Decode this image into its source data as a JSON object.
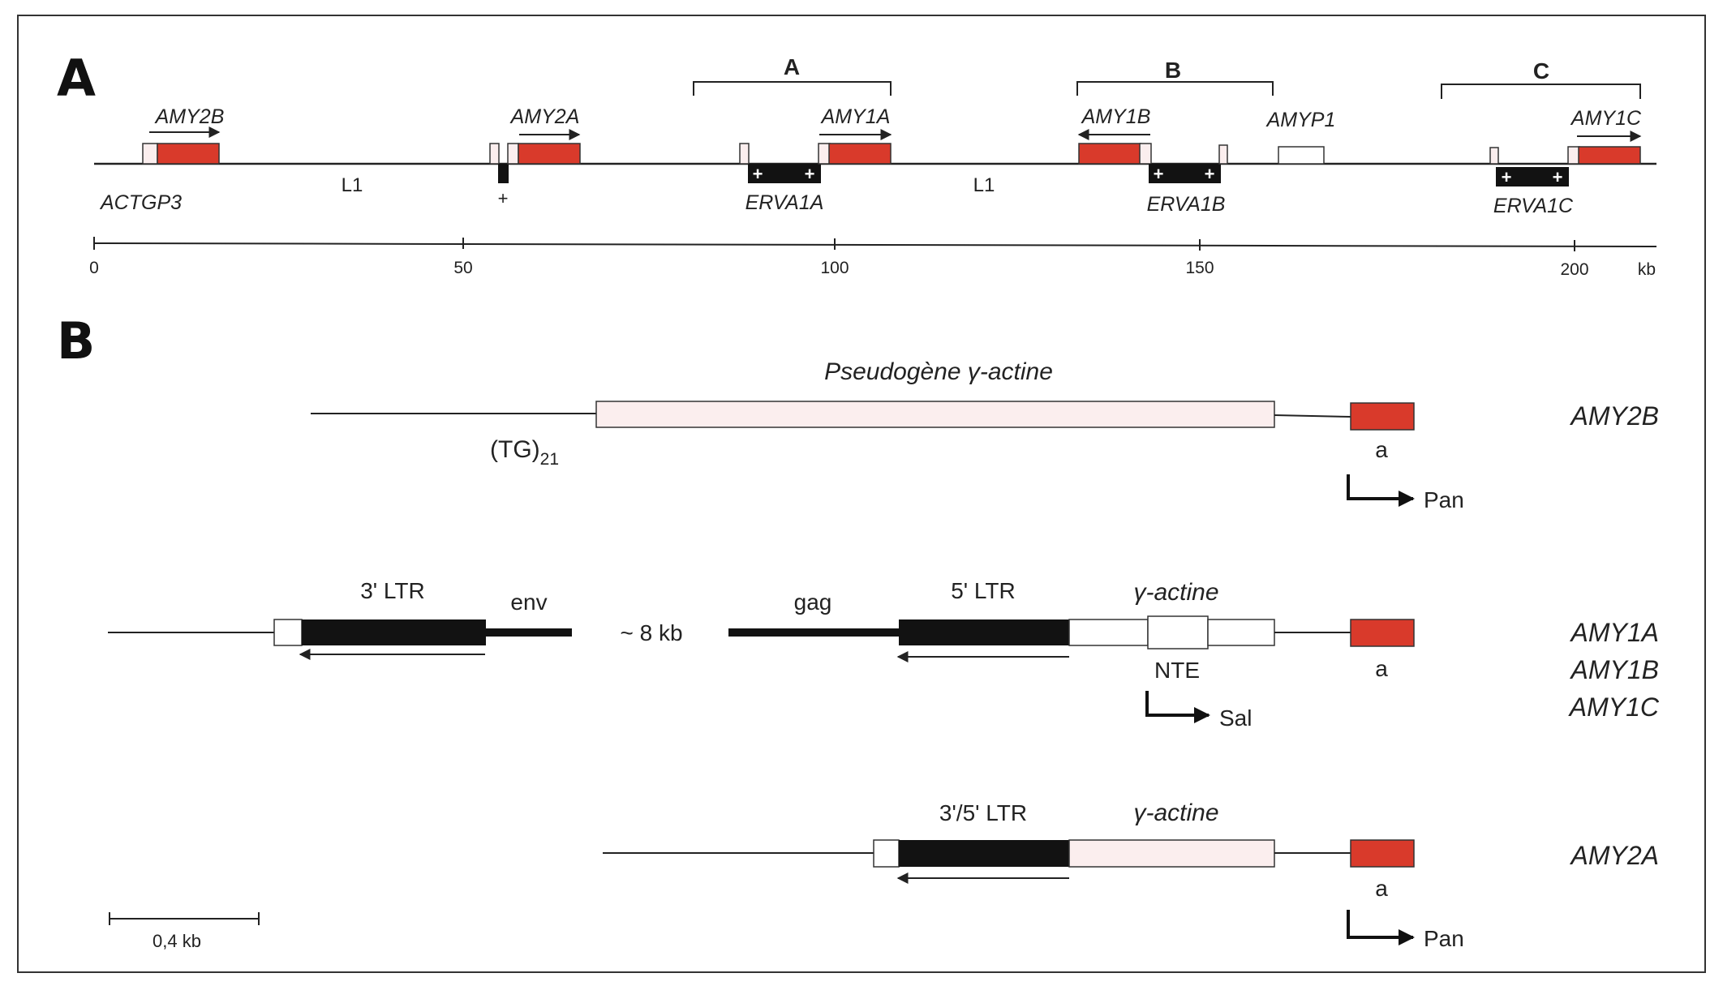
{
  "colors": {
    "gene": "#d93a2b",
    "pseudo": "#fbeeee",
    "erv": "#121212",
    "line": "#222222",
    "white": "#ffffff"
  },
  "panel_a": {
    "label": "A",
    "brackets": [
      {
        "label": "A"
      },
      {
        "label": "B"
      },
      {
        "label": "C"
      }
    ],
    "genes": [
      {
        "name": "AMY2B"
      },
      {
        "name": "AMY2A"
      },
      {
        "name": "AMY1A"
      },
      {
        "name": "AMY1B"
      },
      {
        "name": "AMY1C"
      }
    ],
    "pseudogene": "AMYP1",
    "actin_pseudogene": "ACTGP3",
    "ervs": [
      {
        "name": "ERVA1A"
      },
      {
        "name": "ERVA1B"
      },
      {
        "name": "ERVA1C"
      }
    ],
    "l1_labels": [
      "L1",
      "L1"
    ],
    "plus": "+",
    "plus_sign": "+",
    "scale": {
      "ticks": [
        "0",
        "50",
        "100",
        "150",
        "200"
      ],
      "unit": "kb"
    }
  },
  "panel_b": {
    "label": "B",
    "amy2b": {
      "title": "Pseudogène γ-actine",
      "tg_base": "(TG)",
      "tg_sub": "21",
      "exon": "a",
      "promoter": "Pan",
      "gene": "AMY2B"
    },
    "amy1": {
      "ltr3": "3' LTR",
      "env": "env",
      "gap": "~ 8 kb",
      "gag": "gag",
      "ltr5": "5' LTR",
      "actin": "γ-actine",
      "nte": "NTE",
      "promoter": "Sal",
      "exon": "a",
      "genes": [
        "AMY1A",
        "AMY1B",
        "AMY1C"
      ]
    },
    "amy2a": {
      "ltr": "3'/5' LTR",
      "actin": "γ-actine",
      "exon": "a",
      "promoter": "Pan",
      "gene": "AMY2A"
    },
    "scale": "0,4 kb"
  }
}
